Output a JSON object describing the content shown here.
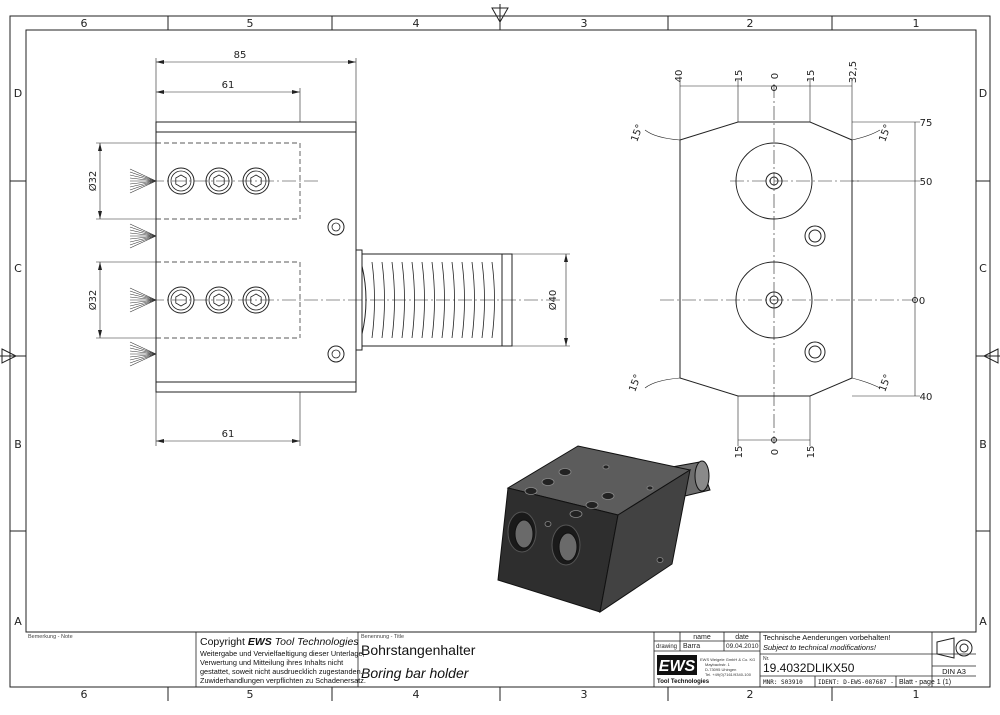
{
  "zones": {
    "columns": [
      "6",
      "5",
      "4",
      "3",
      "2",
      "1"
    ],
    "rows": [
      "D",
      "C",
      "B",
      "A"
    ]
  },
  "dimensions": {
    "length_total": "85",
    "length_61_top": "61",
    "length_61_bottom": "61",
    "bore_dia_1": "Ø32",
    "bore_dia_2": "Ø32",
    "shank_dia": "Ø40",
    "top_40": "40",
    "top_15a": "15",
    "top_0": "0",
    "top_15b": "15",
    "top_32_5": "32,5",
    "right_75": "75",
    "right_50": "50",
    "right_0": "0",
    "right_40": "40",
    "bottom_15a": "15",
    "bottom_0": "0",
    "bottom_15b": "15",
    "angle_tl": "15°",
    "angle_tr": "15°",
    "angle_bl": "15°",
    "angle_br": "15°"
  },
  "title_block": {
    "note_label": "Bemerkung - Note",
    "copyright_prefix": "Copyright ",
    "copyright_brand": "EWS",
    "copyright_suffix": " Tool Technologies",
    "legal_1": "Weitergabe und Vervielfaeltigung dieser Unterlage,",
    "legal_2": "Verwertung und Mitteilung ihres Inhalts nicht",
    "legal_3": "gestattet, soweit nicht ausdruecklich zugestanden.",
    "legal_4": "Zuwiderhandlungen verpflichten zu Schadenersatz.",
    "title_label": "Benennung - Title",
    "title_de": "Bohrstangenhalter",
    "title_en": "Boring bar holder",
    "col_name": "name",
    "col_date": "date",
    "row_drawing": "drawing",
    "drawing_name": "Barra",
    "drawing_date": "09.04.2010",
    "logo_text": "EWS",
    "logo_sub": "Tool Technologies",
    "company_1": "EWS Weigele GmbH & Co. KG",
    "company_2": "Maybachstr. 1",
    "company_3": "D-73095 Uhingen",
    "company_4": "Tel. +49(0)7161/9340-100",
    "notice_de": "Technische Aenderungen vorbehalten!",
    "notice_en": "Subject to technical modifications!",
    "nr_label": "Nr.",
    "part_number": "19.4032DLIKX50",
    "mnr": "MNR: S03910",
    "ident": "IDENT: D-EWS-087687 -",
    "sheet": "Blatt - page  1 (1)",
    "format": "DIN A3"
  }
}
